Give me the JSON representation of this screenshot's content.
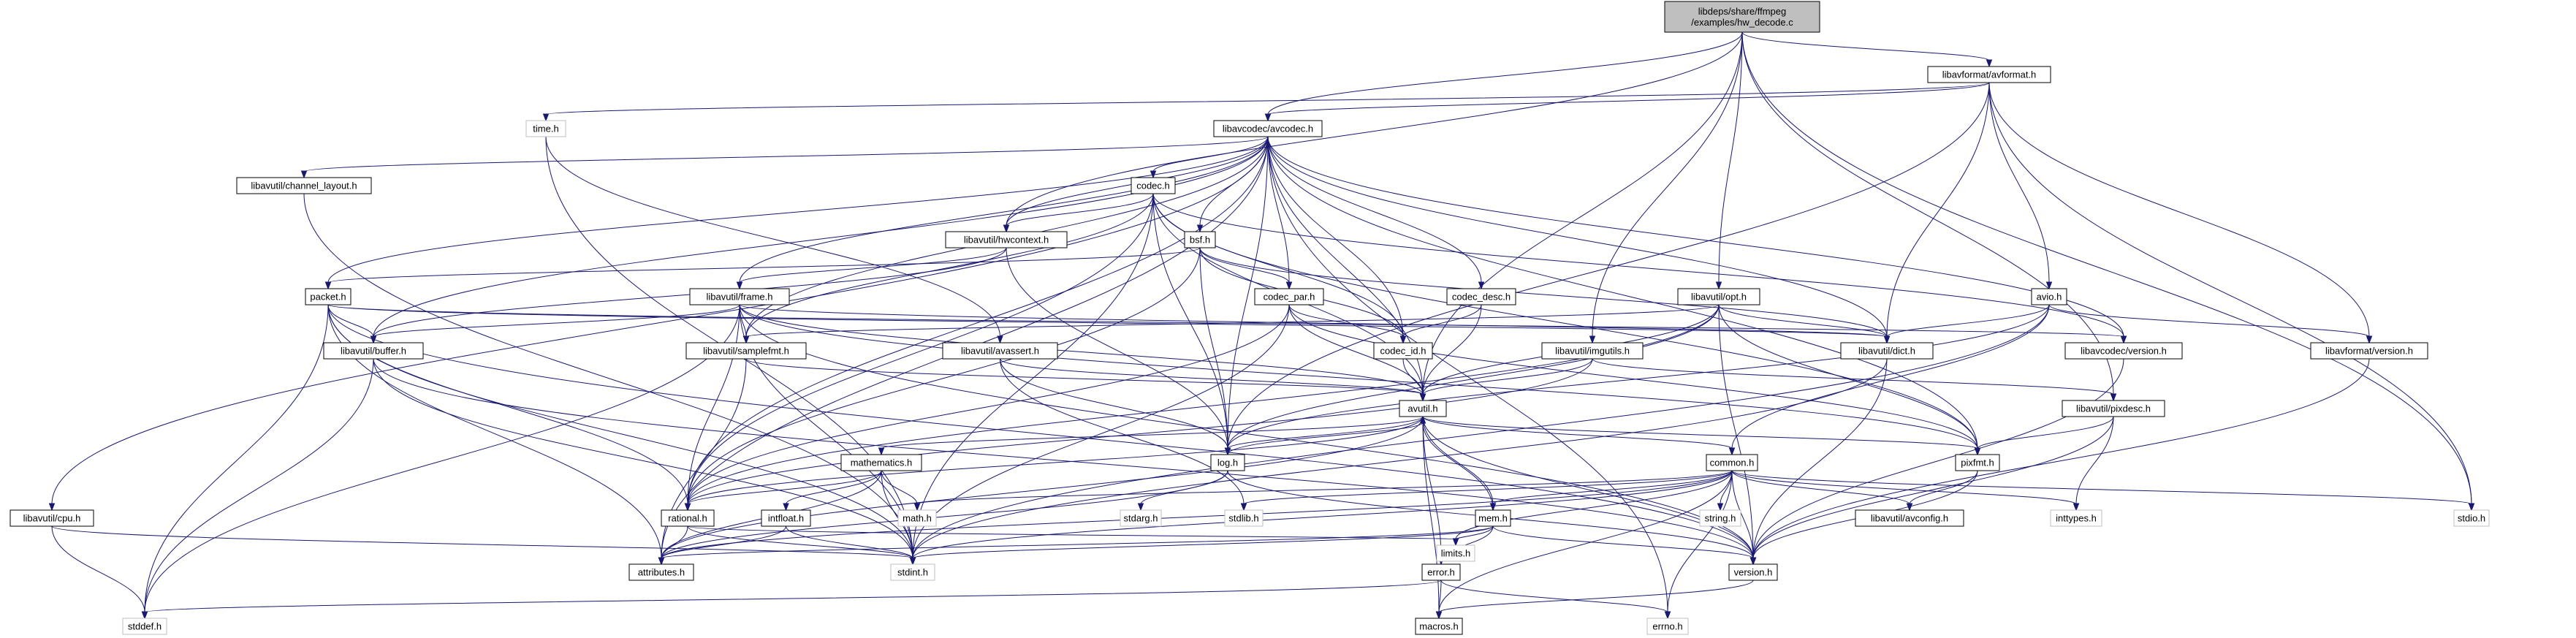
{
  "graph": {
    "nodes": [
      {
        "id": "root",
        "label": [
          "libdeps/share/ffmpeg",
          "/examples/hw_decode.c"
        ],
        "kind": "root"
      },
      {
        "id": "avformat",
        "label": [
          "libavformat/avformat.h"
        ]
      },
      {
        "id": "avcodec",
        "label": [
          "libavcodec/avcodec.h"
        ]
      },
      {
        "id": "time",
        "label": [
          "time.h"
        ],
        "kind": "external"
      },
      {
        "id": "chlayout",
        "label": [
          "libavutil/channel_layout.h"
        ]
      },
      {
        "id": "codec",
        "label": [
          "codec.h"
        ]
      },
      {
        "id": "hwcontext",
        "label": [
          "libavutil/hwcontext.h"
        ]
      },
      {
        "id": "bsf",
        "label": [
          "bsf.h"
        ]
      },
      {
        "id": "packet",
        "label": [
          "packet.h"
        ]
      },
      {
        "id": "frame",
        "label": [
          "libavutil/frame.h"
        ]
      },
      {
        "id": "codecpar",
        "label": [
          "codec_par.h"
        ]
      },
      {
        "id": "codecdesc",
        "label": [
          "codec_desc.h"
        ]
      },
      {
        "id": "opt",
        "label": [
          "libavutil/opt.h"
        ]
      },
      {
        "id": "avio",
        "label": [
          "avio.h"
        ]
      },
      {
        "id": "buffer",
        "label": [
          "libavutil/buffer.h"
        ]
      },
      {
        "id": "samplefmt",
        "label": [
          "libavutil/samplefmt.h"
        ]
      },
      {
        "id": "avassert",
        "label": [
          "libavutil/avassert.h"
        ]
      },
      {
        "id": "codecid",
        "label": [
          "codec_id.h"
        ]
      },
      {
        "id": "dict",
        "label": [
          "libavutil/dict.h"
        ]
      },
      {
        "id": "avcversion",
        "label": [
          "libavcodec/version.h"
        ]
      },
      {
        "id": "avfversion",
        "label": [
          "libavformat/version.h"
        ]
      },
      {
        "id": "imgutils",
        "label": [
          "libavutil/imgutils.h"
        ]
      },
      {
        "id": "pixdesc",
        "label": [
          "libavutil/pixdesc.h"
        ]
      },
      {
        "id": "avutil",
        "label": [
          "avutil.h"
        ]
      },
      {
        "id": "cpu",
        "label": [
          "libavutil/cpu.h"
        ]
      },
      {
        "id": "mathematics",
        "label": [
          "mathematics.h"
        ]
      },
      {
        "id": "log",
        "label": [
          "log.h"
        ]
      },
      {
        "id": "pixfmt",
        "label": [
          "pixfmt.h"
        ]
      },
      {
        "id": "common",
        "label": [
          "common.h"
        ]
      },
      {
        "id": "rational",
        "label": [
          "rational.h"
        ]
      },
      {
        "id": "intfloat",
        "label": [
          "intfloat.h"
        ]
      },
      {
        "id": "math",
        "label": [
          "math.h"
        ],
        "kind": "external"
      },
      {
        "id": "stdarg",
        "label": [
          "stdarg.h"
        ],
        "kind": "external"
      },
      {
        "id": "stdlib",
        "label": [
          "stdlib.h"
        ],
        "kind": "external"
      },
      {
        "id": "string",
        "label": [
          "string.h"
        ],
        "kind": "external"
      },
      {
        "id": "mem",
        "label": [
          "mem.h"
        ]
      },
      {
        "id": "avconfig",
        "label": [
          "libavutil/avconfig.h"
        ]
      },
      {
        "id": "inttypes",
        "label": [
          "inttypes.h"
        ],
        "kind": "external"
      },
      {
        "id": "stdio",
        "label": [
          "stdio.h"
        ],
        "kind": "external"
      },
      {
        "id": "attributes",
        "label": [
          "attributes.h"
        ]
      },
      {
        "id": "stdint",
        "label": [
          "stdint.h"
        ],
        "kind": "external"
      },
      {
        "id": "limits",
        "label": [
          "limits.h"
        ],
        "kind": "external"
      },
      {
        "id": "version",
        "label": [
          "version.h"
        ]
      },
      {
        "id": "error",
        "label": [
          "error.h"
        ]
      },
      {
        "id": "stddef",
        "label": [
          "stddef.h"
        ],
        "kind": "external"
      },
      {
        "id": "macros",
        "label": [
          "macros.h"
        ]
      },
      {
        "id": "errno",
        "label": [
          "errno.h"
        ],
        "kind": "external"
      }
    ],
    "edges": [
      [
        "root",
        "avformat"
      ],
      [
        "root",
        "avcodec"
      ],
      [
        "root",
        "hwcontext"
      ],
      [
        "root",
        "opt"
      ],
      [
        "root",
        "imgutils"
      ],
      [
        "root",
        "pixdesc"
      ],
      [
        "root",
        "stdio"
      ],
      [
        "root",
        "avutil"
      ],
      [
        "avformat",
        "time"
      ],
      [
        "avformat",
        "avcodec"
      ],
      [
        "avformat",
        "stdio"
      ],
      [
        "avformat",
        "avio"
      ],
      [
        "avformat",
        "dict"
      ],
      [
        "avformat",
        "log"
      ],
      [
        "avformat",
        "avfversion"
      ],
      [
        "avcodec",
        "chlayout"
      ],
      [
        "avcodec",
        "codec"
      ],
      [
        "avcodec",
        "hwcontext"
      ],
      [
        "avcodec",
        "bsf"
      ],
      [
        "avcodec",
        "packet"
      ],
      [
        "avcodec",
        "frame"
      ],
      [
        "avcodec",
        "buffer"
      ],
      [
        "avcodec",
        "codecpar"
      ],
      [
        "avcodec",
        "codecdesc"
      ],
      [
        "avcodec",
        "codecid"
      ],
      [
        "avcodec",
        "dict"
      ],
      [
        "avcodec",
        "avcversion"
      ],
      [
        "avcodec",
        "samplefmt"
      ],
      [
        "avcodec",
        "avutil"
      ],
      [
        "avcodec",
        "log"
      ],
      [
        "avcodec",
        "rational"
      ],
      [
        "avcodec",
        "pixfmt"
      ],
      [
        "avcodec",
        "attributes"
      ],
      [
        "avcodec",
        "cpu"
      ],
      [
        "avcodec",
        "errno"
      ],
      [
        "time",
        "avassert"
      ],
      [
        "time",
        "stdint"
      ],
      [
        "chlayout",
        "stdint"
      ],
      [
        "codec",
        "hwcontext"
      ],
      [
        "codec",
        "samplefmt"
      ],
      [
        "codec",
        "codecid"
      ],
      [
        "codec",
        "avcversion"
      ],
      [
        "codec",
        "avutil"
      ],
      [
        "codec",
        "log"
      ],
      [
        "codec",
        "rational"
      ],
      [
        "codec",
        "pixfmt"
      ],
      [
        "codec",
        "stdint"
      ],
      [
        "hwcontext",
        "frame"
      ],
      [
        "hwcontext",
        "buffer"
      ],
      [
        "hwcontext",
        "log"
      ],
      [
        "bsf",
        "packet"
      ],
      [
        "bsf",
        "codecpar"
      ],
      [
        "bsf",
        "codecid"
      ],
      [
        "bsf",
        "dict"
      ],
      [
        "bsf",
        "log"
      ],
      [
        "bsf",
        "rational"
      ],
      [
        "packet",
        "buffer"
      ],
      [
        "packet",
        "attributes"
      ],
      [
        "packet",
        "dict"
      ],
      [
        "packet",
        "rational"
      ],
      [
        "packet",
        "avcversion"
      ],
      [
        "packet",
        "stddef"
      ],
      [
        "packet",
        "stdint"
      ],
      [
        "packet",
        "version"
      ],
      [
        "frame",
        "buffer"
      ],
      [
        "frame",
        "samplefmt"
      ],
      [
        "frame",
        "avutil"
      ],
      [
        "frame",
        "dict"
      ],
      [
        "frame",
        "pixfmt"
      ],
      [
        "frame",
        "rational"
      ],
      [
        "frame",
        "stdint"
      ],
      [
        "frame",
        "stddef"
      ],
      [
        "frame",
        "version"
      ],
      [
        "codecpar",
        "codecid"
      ],
      [
        "codecpar",
        "avutil"
      ],
      [
        "codecpar",
        "pixfmt"
      ],
      [
        "codecpar",
        "rational"
      ],
      [
        "codecpar",
        "stdint"
      ],
      [
        "codecdesc",
        "codecid"
      ],
      [
        "codecdesc",
        "avutil"
      ],
      [
        "opt",
        "dict"
      ],
      [
        "opt",
        "samplefmt"
      ],
      [
        "opt",
        "pixfmt"
      ],
      [
        "opt",
        "avutil"
      ],
      [
        "opt",
        "log"
      ],
      [
        "opt",
        "rational"
      ],
      [
        "opt",
        "version"
      ],
      [
        "avio",
        "dict"
      ],
      [
        "avio",
        "log"
      ],
      [
        "avio",
        "common"
      ],
      [
        "avio",
        "avfversion"
      ],
      [
        "avio",
        "stdint"
      ],
      [
        "buffer",
        "stddef"
      ],
      [
        "buffer",
        "stdint"
      ],
      [
        "buffer",
        "version"
      ],
      [
        "samplefmt",
        "avutil"
      ],
      [
        "samplefmt",
        "attributes"
      ],
      [
        "avassert",
        "stdlib"
      ],
      [
        "avassert",
        "avutil"
      ],
      [
        "avassert",
        "log"
      ],
      [
        "codecid",
        "avutil"
      ],
      [
        "dict",
        "stdint"
      ],
      [
        "dict",
        "version"
      ],
      [
        "avcversion",
        "version"
      ],
      [
        "avfversion",
        "version"
      ],
      [
        "imgutils",
        "avutil"
      ],
      [
        "imgutils",
        "pixdesc"
      ],
      [
        "imgutils",
        "rational"
      ],
      [
        "pixdesc",
        "inttypes"
      ],
      [
        "pixdesc",
        "pixfmt"
      ],
      [
        "pixdesc",
        "version"
      ],
      [
        "avutil",
        "common"
      ],
      [
        "avutil",
        "rational"
      ],
      [
        "avutil",
        "version"
      ],
      [
        "avutil",
        "macros"
      ],
      [
        "avutil",
        "mathematics"
      ],
      [
        "avutil",
        "log"
      ],
      [
        "avutil",
        "pixfmt"
      ],
      [
        "avutil",
        "attributes"
      ],
      [
        "avutil",
        "error"
      ],
      [
        "avutil",
        "mem"
      ],
      [
        "cpu",
        "stddef"
      ],
      [
        "cpu",
        "stdint"
      ],
      [
        "mathematics",
        "stdint"
      ],
      [
        "mathematics",
        "math"
      ],
      [
        "mathematics",
        "attributes"
      ],
      [
        "mathematics",
        "rational"
      ],
      [
        "mathematics",
        "intfloat"
      ],
      [
        "log",
        "stdarg"
      ],
      [
        "log",
        "avutil"
      ],
      [
        "log",
        "attributes"
      ],
      [
        "log",
        "version"
      ],
      [
        "pixfmt",
        "avconfig"
      ],
      [
        "pixfmt",
        "version"
      ],
      [
        "common",
        "errno"
      ],
      [
        "common",
        "inttypes"
      ],
      [
        "common",
        "limits"
      ],
      [
        "common",
        "math"
      ],
      [
        "common",
        "stdint"
      ],
      [
        "common",
        "stdio"
      ],
      [
        "common",
        "stdlib"
      ],
      [
        "common",
        "string"
      ],
      [
        "common",
        "attributes"
      ],
      [
        "common",
        "macros"
      ],
      [
        "common",
        "version"
      ],
      [
        "common",
        "avconfig"
      ],
      [
        "common",
        "mem"
      ],
      [
        "rational",
        "stdint"
      ],
      [
        "rational",
        "limits"
      ],
      [
        "rational",
        "attributes"
      ],
      [
        "intfloat",
        "stdint"
      ],
      [
        "intfloat",
        "attributes"
      ],
      [
        "mem",
        "limits"
      ],
      [
        "mem",
        "stdint"
      ],
      [
        "mem",
        "attributes"
      ],
      [
        "mem",
        "error"
      ],
      [
        "mem",
        "avutil"
      ],
      [
        "mem",
        "version"
      ],
      [
        "error",
        "errno"
      ],
      [
        "error",
        "stddef"
      ],
      [
        "error",
        "macros"
      ],
      [
        "version",
        "macros"
      ]
    ]
  }
}
